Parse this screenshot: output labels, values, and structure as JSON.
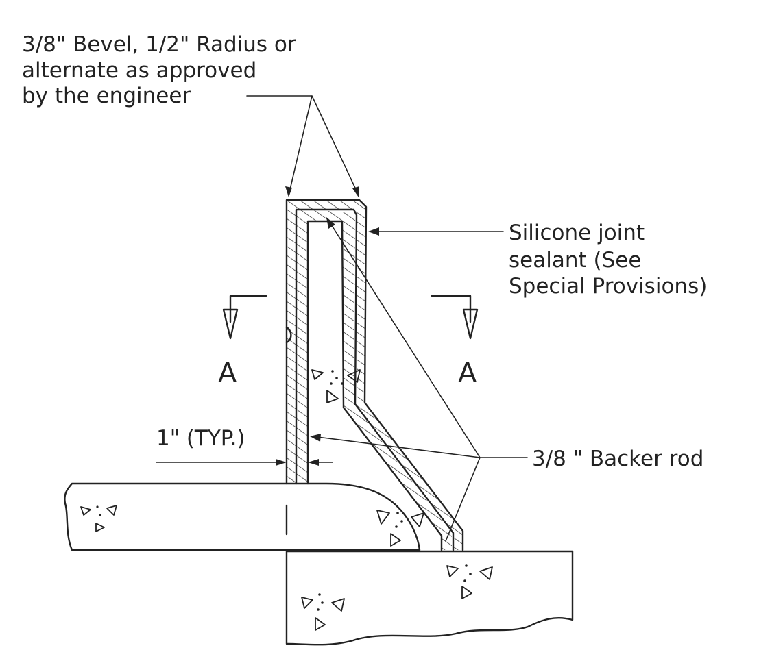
{
  "labels": {
    "bevel_line1": "3/8\" Bevel, 1/2\" Radius or",
    "bevel_line2": "alternate as approved",
    "bevel_line3": "by the engineer",
    "sealant_line1": "Silicone joint",
    "sealant_line2": "sealant (See",
    "sealant_line3": "Special Provisions)",
    "section_left": "A",
    "section_right": "A",
    "typ_dim": "1\" (TYP.)",
    "backer_rod": "3/8 \" Backer rod"
  }
}
